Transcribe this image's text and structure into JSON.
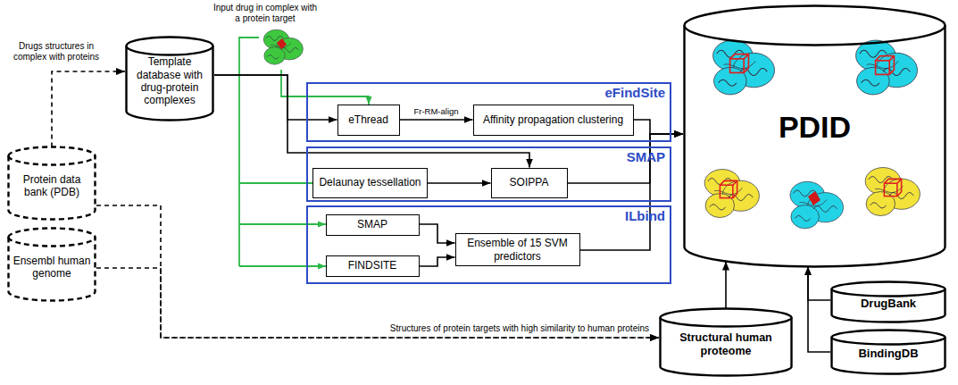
{
  "diagram": {
    "nodes": [
      {
        "text": [
          "Template database with drug-protein complexes"
        ]
      },
      {
        "text": [
          "Protein data bank (PDB)"
        ]
      },
      {
        "text": [
          "Ensembl human genome"
        ]
      },
      {
        "text": [
          "eFindSite"
        ]
      },
      {
        "text": [
          "eThread"
        ],
        "in": 3
      },
      {
        "text": [
          "Affinity propagation clustering"
        ],
        "in": 3
      },
      {
        "text": [
          "SMAP"
        ]
      },
      {
        "text": [
          "Delaunay tessellation"
        ],
        "in": 6
      },
      {
        "text": [
          "SOIPPA"
        ],
        "in": 6
      },
      {
        "text": [
          "ILbind"
        ]
      },
      {
        "text": [
          "SMAP"
        ],
        "in": 9
      },
      {
        "text": [
          "FINDSITE"
        ],
        "in": 9
      },
      {
        "text": [
          "Ensemble of 15 SVM predictors"
        ],
        "in": 9
      },
      {
        "text": [
          "PDID"
        ]
      },
      {
        "text": [
          "Structural human proteome"
        ]
      },
      {
        "text": [
          "DrugBank"
        ]
      },
      {
        "text": [
          "BindingDB"
        ]
      }
    ],
    "edges": [
      {
        "from": 1,
        "to": 0,
        "arrow": "to",
        "label": "Drugs structures in complex with proteins"
      },
      {
        "from": 0,
        "to": 4,
        "arrow": "to"
      },
      {
        "from": 0,
        "to": 8,
        "arrow": "to"
      },
      {
        "from": 4,
        "to": 5,
        "arrow": "to",
        "label": "Fr-RM-align"
      },
      {
        "from": 7,
        "to": 8,
        "arrow": "to"
      },
      {
        "from": 10,
        "to": 12,
        "arrow": "to"
      },
      {
        "from": 11,
        "to": 12,
        "arrow": "to"
      },
      {
        "from": 5,
        "to": 13,
        "arrow": "to"
      },
      {
        "from": 8,
        "to": 13,
        "arrow": "to"
      },
      {
        "from": 12,
        "to": 13,
        "arrow": "to"
      },
      {
        "from": 1,
        "to": 14,
        "arrow": "to",
        "label": "Structures of protein targets with high similarity to human proteins"
      },
      {
        "from": 2,
        "to": 14,
        "arrow": "to"
      },
      {
        "from": 14,
        "to": 13,
        "arrow": "to"
      },
      {
        "from": 15,
        "to": 13,
        "arrow": "to"
      },
      {
        "from": 16,
        "to": 13,
        "arrow": "to"
      }
    ],
    "labels": [
      "Input drug in complex with a protein target"
    ]
  }
}
